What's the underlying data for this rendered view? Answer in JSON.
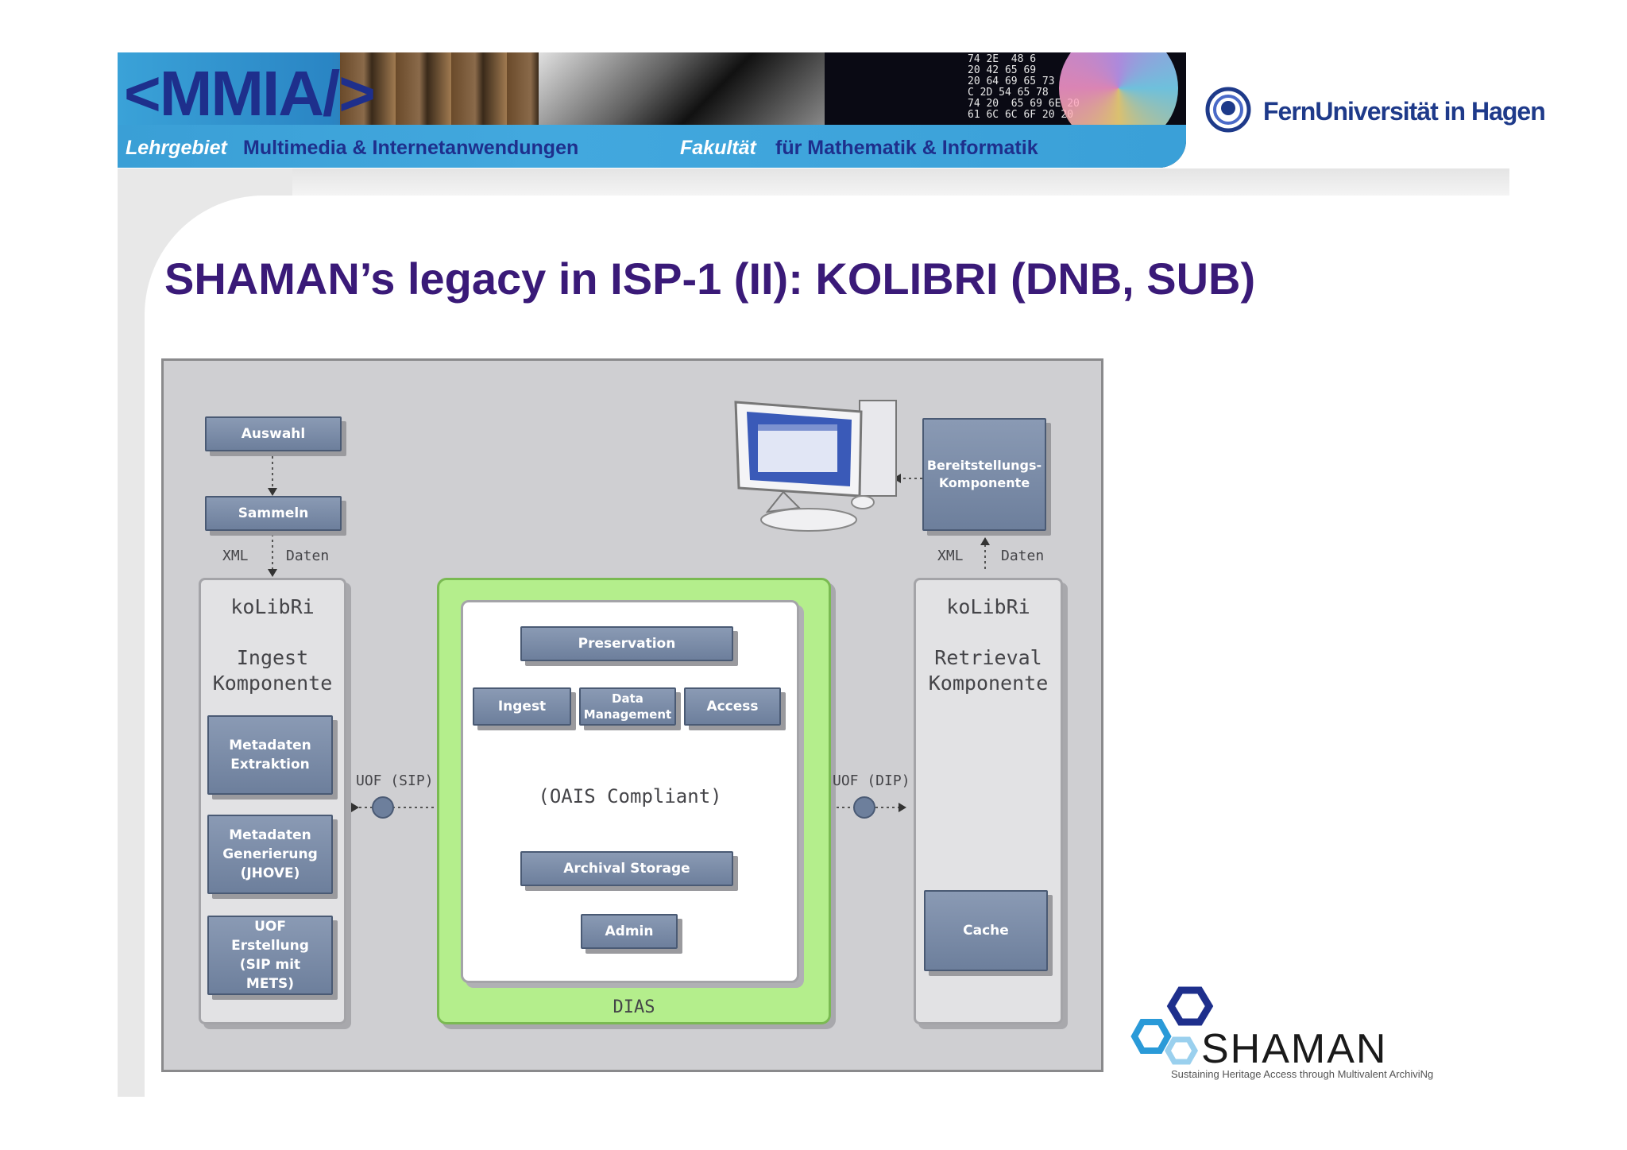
{
  "banner": {
    "logo": "<MMIA/>",
    "lehrgebiet": "Lehrgebiet",
    "department": "Multimedia & Internetanwendungen",
    "fakultaet": "Fakultät",
    "faculty": "für Mathematik & Informatik",
    "code_snippet": "74 2E  48 6\n20 42 65 69\n20 64 69 65 73\nC 2D 54 65 78\n74 20  65 69 6E 20\n61 6C 6C 6F 20 20"
  },
  "university": "FernUniversität in Hagen",
  "title": "SHAMAN’s legacy in ISP-1 (II): KOLIBRI (DNB, SUB)",
  "diagram": {
    "auswahl": "Auswahl",
    "sammeln": "Sammeln",
    "xml_left": "XML",
    "daten_left": "Daten",
    "ingest_panel_title": "koLibRi\n\nIngest\nKomponente",
    "metadaten_extraktion": "Metadaten\nExtraktion",
    "metadaten_generierung": "Metadaten\nGenerierung\n(JHOVE)",
    "uof_erstellung": "UOF\nErstellung\n(SIP mit\nMETS)",
    "uof_sip": "UOF (SIP)",
    "preservation": "Preservation",
    "ingest": "Ingest",
    "data_management": "Data\nManagement",
    "access": "Access",
    "oais": "(OAIS Compliant)",
    "archival_storage": "Archival Storage",
    "admin": "Admin",
    "dias": "DIAS",
    "uof_dip": "UOF (DIP)",
    "bereitstellung": "Bereitstellungs-\nKomponente",
    "xml_right": "XML",
    "daten_right": "Daten",
    "retrieval_panel_title": "koLibRi\n\nRetrieval\nKomponente",
    "cache": "Cache"
  },
  "shaman": {
    "wordmark": "SHAMAN",
    "tagline": "Sustaining Heritage Access through Multivalent ArchiviNg"
  },
  "colors": {
    "title": "#3a1a78",
    "box": "#7a8aa8",
    "dias_green": "#b4ee8c",
    "diagram_bg": "#cfcfd2"
  }
}
